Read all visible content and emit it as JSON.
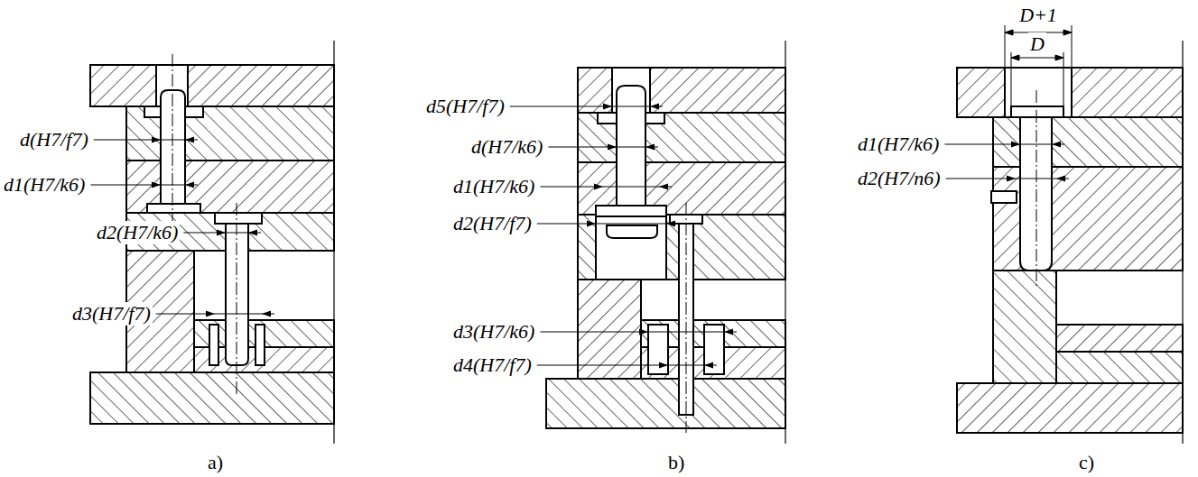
{
  "diagram": {
    "labels": [
      "d(H7/f7)",
      "d1(H7/k6)",
      "d2(H7/k6)",
      "d3(H7/f7)",
      "a)",
      "d5(H7/f7)",
      "d(H7/k6)",
      "d1(H7/k6)",
      "d2(H7/f7)",
      "d3(H7/k6)",
      "d4(H7/f7)",
      "b)",
      "D+1",
      "D",
      "d1(H7/k6)",
      "d2(H7/n6)",
      "c)"
    ]
  }
}
